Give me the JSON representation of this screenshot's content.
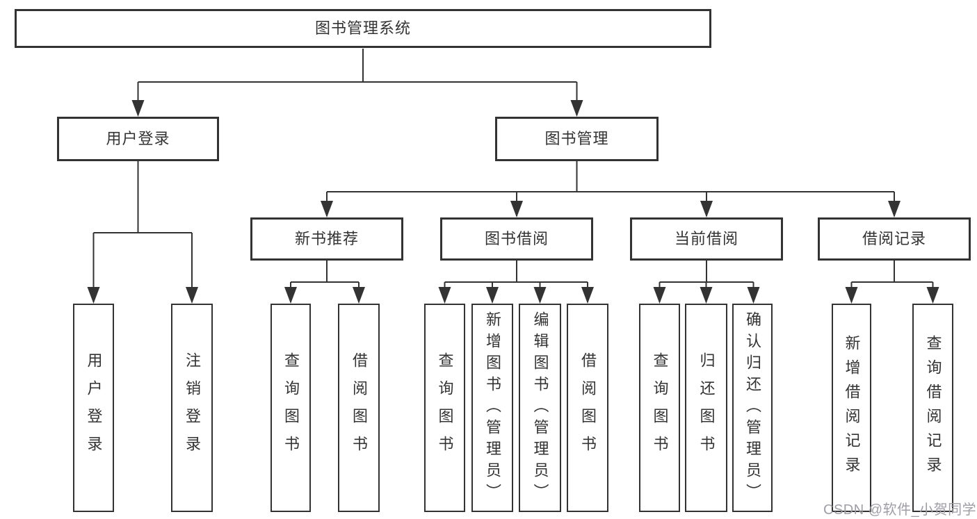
{
  "diagram": {
    "root": {
      "label": "图书管理系统"
    },
    "level2": {
      "user_login": {
        "label": "用户登录"
      },
      "book_management": {
        "label": "图书管理"
      }
    },
    "level3": {
      "new_book_recommend": {
        "label": "新书推荐"
      },
      "book_borrow": {
        "label": "图书借阅"
      },
      "current_borrow": {
        "label": "当前借阅"
      },
      "borrow_records": {
        "label": "借阅记录"
      }
    },
    "leaves": {
      "user_login": [
        "用户登录",
        "注销登录"
      ],
      "new_book_recommend": [
        "查询图书",
        "借阅图书"
      ],
      "book_borrow": [
        "查询图书",
        "新增图书（管理员）",
        "编辑图书（管理员）",
        "借阅图书"
      ],
      "current_borrow": [
        "查询图书",
        "归还图书",
        "确认归还（管理员）"
      ],
      "borrow_records": [
        "新增借阅记录",
        "查询借阅记录"
      ]
    }
  },
  "watermark": {
    "text": "CSDN @软件_小贺同学"
  },
  "colors": {
    "line": "#333333",
    "text": "#333333",
    "bg": "#ffffff",
    "watermark": "#9e9ea6"
  }
}
